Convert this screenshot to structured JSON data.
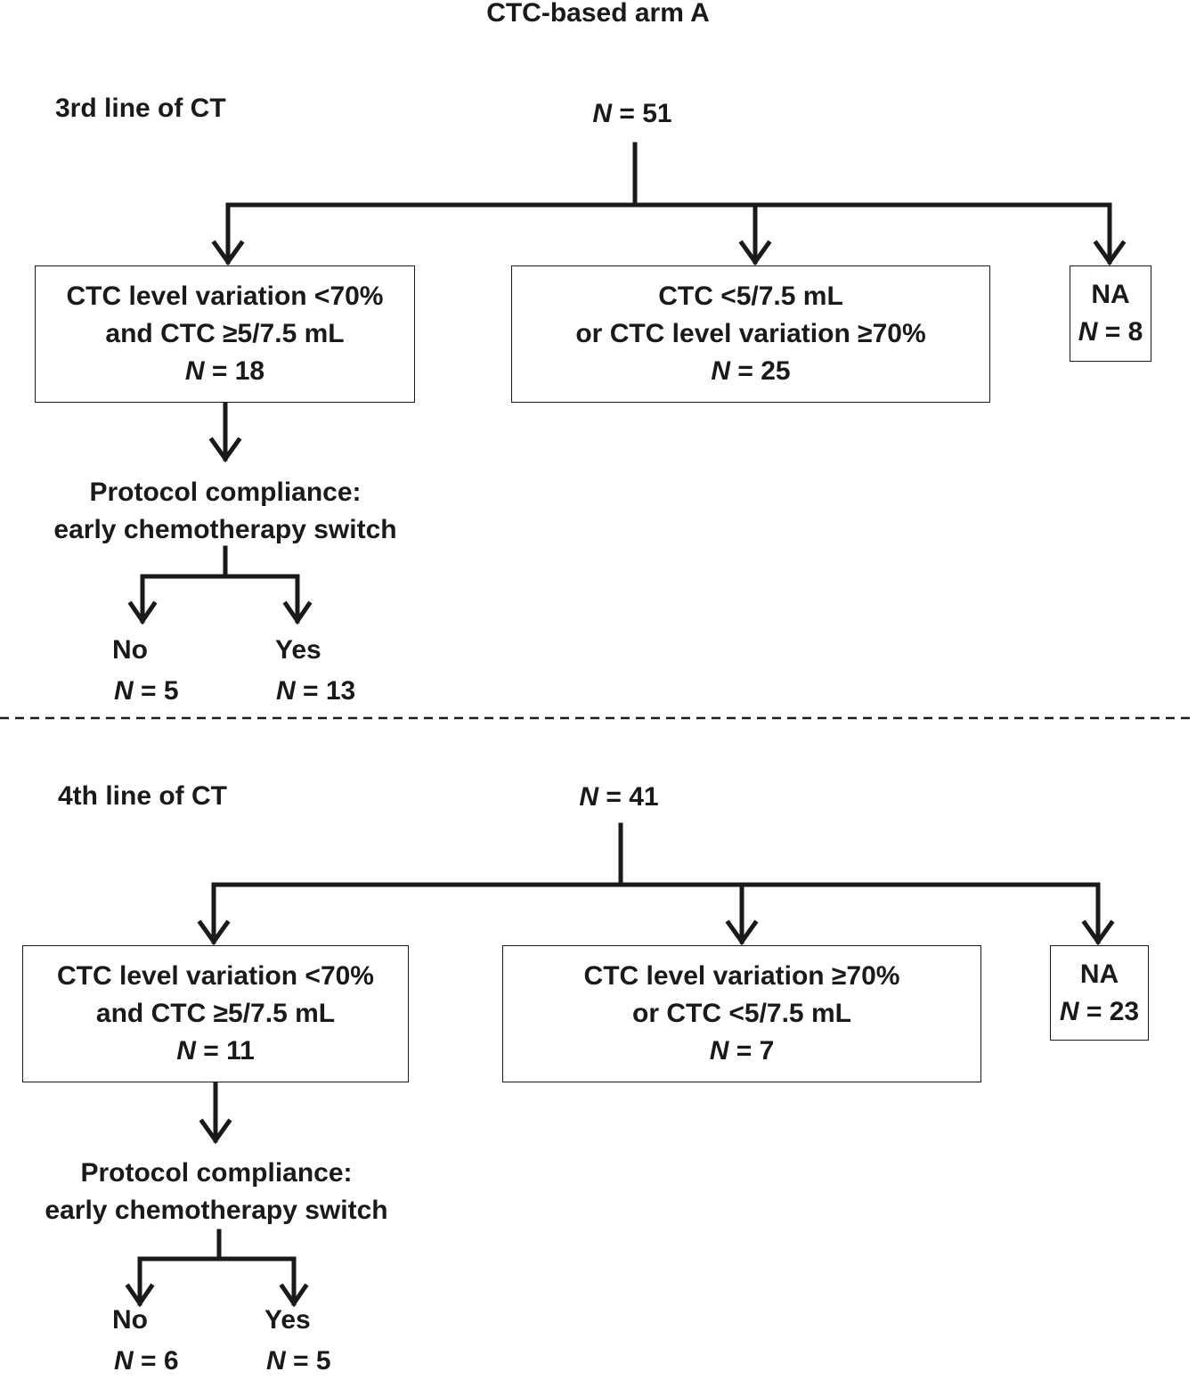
{
  "title": "CTC-based arm A",
  "n_prefix": "N",
  "sections": [
    {
      "label": "3rd line of CT",
      "root": "= 51",
      "box_left": {
        "line1": "CTC level variation <70%",
        "line2": "and CTC ≥5/7.5 mL",
        "n": "= 18"
      },
      "box_mid": {
        "line1": "CTC <5/7.5 mL",
        "line2": "or CTC level variation ≥70%",
        "n": "= 25"
      },
      "box_right": {
        "line1": "NA",
        "n": "= 8"
      },
      "compliance": {
        "line1": "Protocol compliance:",
        "line2": "early chemotherapy switch"
      },
      "no": {
        "label": "No",
        "n": "= 5"
      },
      "yes": {
        "label": "Yes",
        "n": "= 13"
      }
    },
    {
      "label": "4th line of CT",
      "root": "= 41",
      "box_left": {
        "line1": "CTC level variation <70%",
        "line2": "and CTC ≥5/7.5 mL",
        "n": "= 11"
      },
      "box_mid": {
        "line1": "CTC level variation ≥70%",
        "line2": "or CTC <5/7.5 mL",
        "n": "= 7"
      },
      "box_right": {
        "line1": "NA",
        "n": "= 23"
      },
      "compliance": {
        "line1": "Protocol compliance:",
        "line2": "early chemotherapy switch"
      },
      "no": {
        "label": "No",
        "n": "= 6"
      },
      "yes": {
        "label": "Yes",
        "n": "= 5"
      }
    }
  ]
}
